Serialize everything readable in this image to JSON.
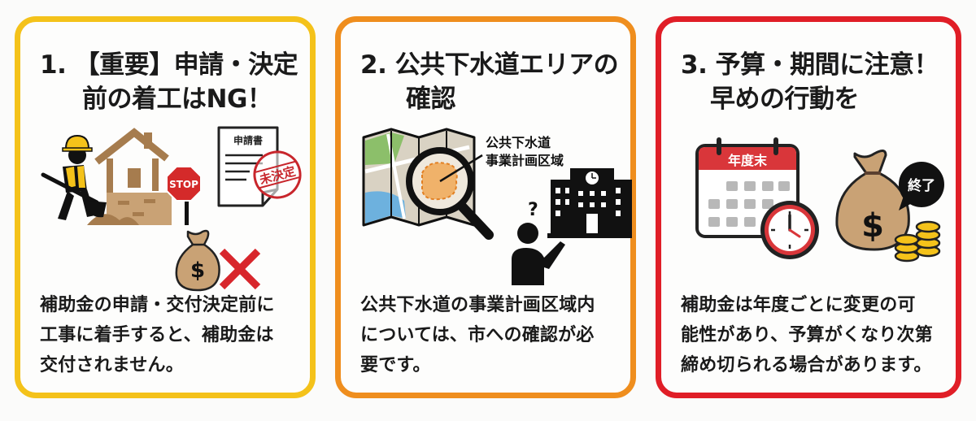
{
  "cards": [
    {
      "number": "1.",
      "title_line1": "【重要】申請・決定",
      "title_line2": "前の着工はNG！",
      "body_lines": [
        "補助金の申請・交付決定前に",
        "工事に着手すると、補助金は",
        "交付されません。"
      ],
      "border_color": "#f4c21a",
      "illustration": {
        "icons": [
          "construction-worker-icon",
          "house-icon",
          "stop-sign-icon",
          "application-document-icon",
          "money-bag-icon",
          "red-x-icon"
        ],
        "stop_sign_text": "STOP",
        "document_title": "申請書",
        "stamp_text": "未決定",
        "money_symbol": "$"
      }
    },
    {
      "number": "2.",
      "title_line1": "公共下水道エリアの",
      "title_line2": "確認",
      "body_lines": [
        "公共下水道の事業計画区域内",
        "については、市への確認が必",
        "要です。"
      ],
      "border_color": "#ef8e1e",
      "illustration": {
        "icons": [
          "folded-map-icon",
          "magnifying-glass-icon",
          "question-mark-icon",
          "city-hall-building-icon",
          "person-pointing-icon"
        ],
        "callout_line1": "公共下水道",
        "callout_line2": "事業計画区域",
        "question_mark": "?"
      }
    },
    {
      "number": "3.",
      "title_line1": "予算・期間に注意！",
      "title_line2": "早めの行動を",
      "body_lines": [
        "補助金は年度ごとに変更の可",
        "能性があり、予算がくなり次第",
        "締め切られる場合があります。"
      ],
      "border_color": "#e01e27",
      "illustration": {
        "icons": [
          "calendar-icon",
          "clock-icon",
          "money-bag-icon",
          "speech-bubble-icon",
          "coin-stack-icon"
        ],
        "calendar_header": "年度末",
        "bubble_text": "終了",
        "money_symbol": "$"
      }
    }
  ]
}
